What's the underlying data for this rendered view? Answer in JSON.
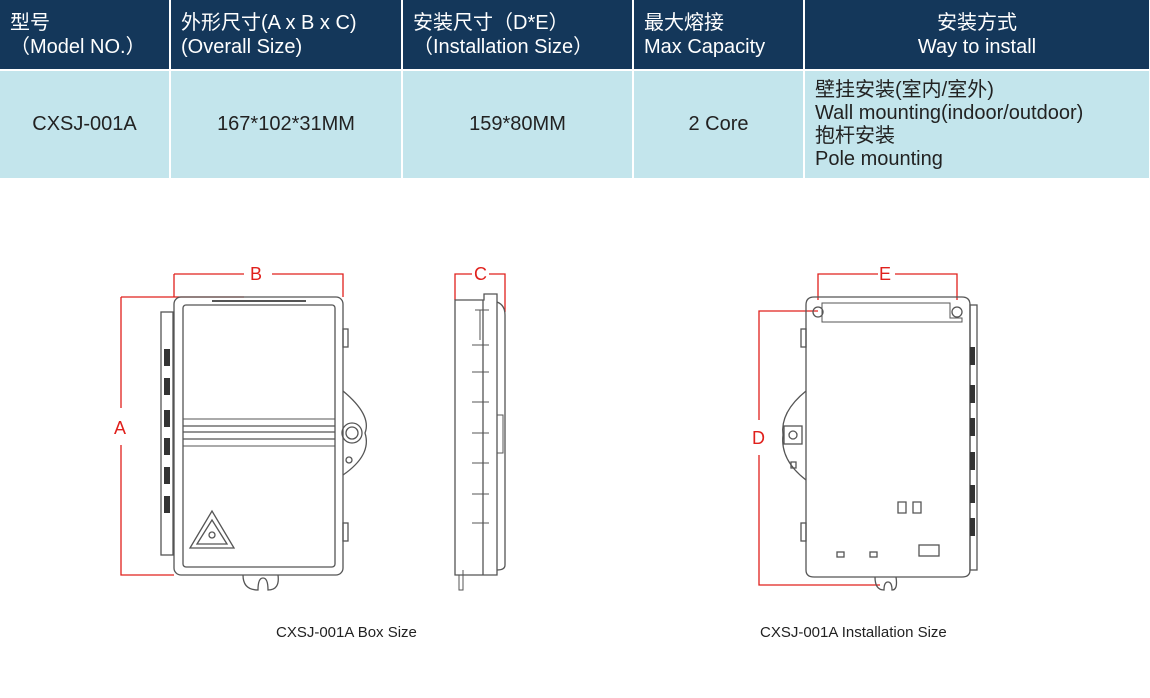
{
  "table": {
    "headers": [
      {
        "zh": "型号",
        "en": "（Model NO.）"
      },
      {
        "zh": "外形尺寸(A x B x C)",
        "en": "(Overall Size)"
      },
      {
        "zh": "安装尺寸（D*E）",
        "en": "（Installation  Size）"
      },
      {
        "zh": "最大熔接",
        "en": "Max Capacity"
      },
      {
        "zh": "安装方式",
        "en": "Way  to install"
      }
    ],
    "row": {
      "model": "CXSJ-001A",
      "overall_size": "167*102*31MM",
      "installation_size": "159*80MM",
      "max_capacity": "2 Core",
      "install_lines": [
        "壁挂安装(室内/室外)",
        "Wall  mounting(indoor/outdoor)",
        "抱杆安装",
        "Pole mounting"
      ]
    }
  },
  "drawings": {
    "labels": {
      "a": "A",
      "b": "B",
      "c": "C",
      "d": "D",
      "e": "E"
    },
    "box_caption": "CXSJ-001A  Box Size",
    "install_caption": "CXSJ-001A  Installation Size",
    "dim_color": "#e0201c"
  }
}
